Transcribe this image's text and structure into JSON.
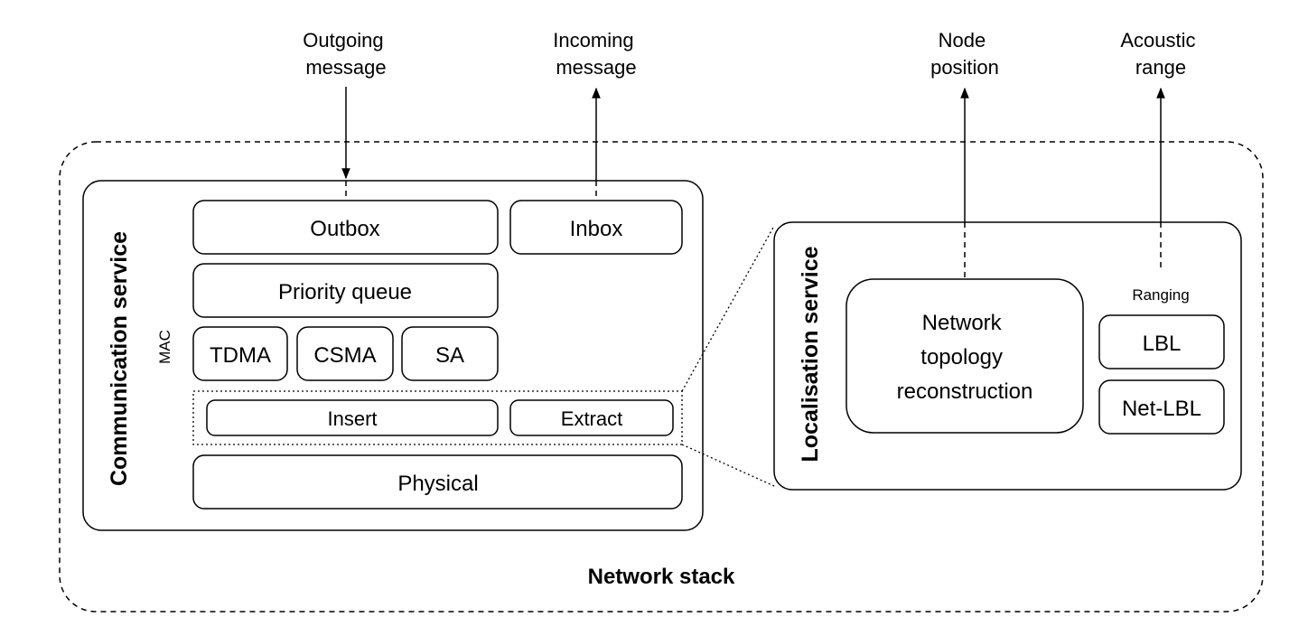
{
  "outputs": {
    "outgoing": [
      "Outgoing",
      "message"
    ],
    "incoming": [
      "Incoming",
      "message"
    ],
    "node_position": [
      "Node",
      "position"
    ],
    "acoustic_range": [
      "Acoustic",
      "range"
    ]
  },
  "network_stack": {
    "label": "Network stack"
  },
  "communication_service": {
    "label": "Communication service",
    "outbox": "Outbox",
    "inbox": "Inbox",
    "priority_queue": "Priority queue",
    "mac_label": "MAC",
    "mac_protocols": [
      "TDMA",
      "CSMA",
      "SA"
    ],
    "insert": "Insert",
    "extract": "Extract",
    "physical": "Physical"
  },
  "localisation_service": {
    "label": "Localisation service",
    "topology": [
      "Network",
      "topology",
      "reconstruction"
    ],
    "ranging_label": "Ranging",
    "ranging_methods": [
      "LBL",
      "Net-LBL"
    ]
  }
}
